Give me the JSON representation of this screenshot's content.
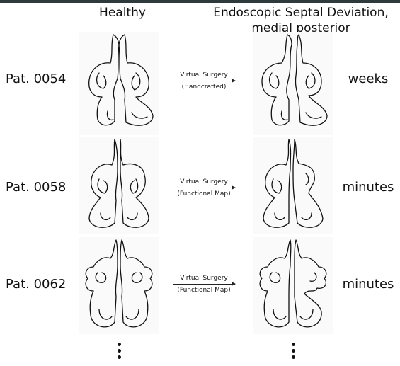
{
  "headers": {
    "left": "Healthy",
    "right_line1": "Endoscopic Septal Deviation,",
    "right_line2": "medial posterior"
  },
  "rows": [
    {
      "patient": "Pat. 0054",
      "method_top": "Virtual Surgery",
      "method_bottom": "(Handcrafted)",
      "time": "weeks"
    },
    {
      "patient": "Pat. 0058",
      "method_top": "Virtual Surgery",
      "method_bottom": "(Functional Map)",
      "time": "minutes"
    },
    {
      "patient": "Pat. 0062",
      "method_top": "Virtual Surgery",
      "method_bottom": "(Functional Map)",
      "time": "minutes"
    }
  ],
  "icons": [
    "nasal-cavity-healthy-icon",
    "nasal-cavity-deviated-icon",
    "vertical-ellipsis-icon"
  ]
}
